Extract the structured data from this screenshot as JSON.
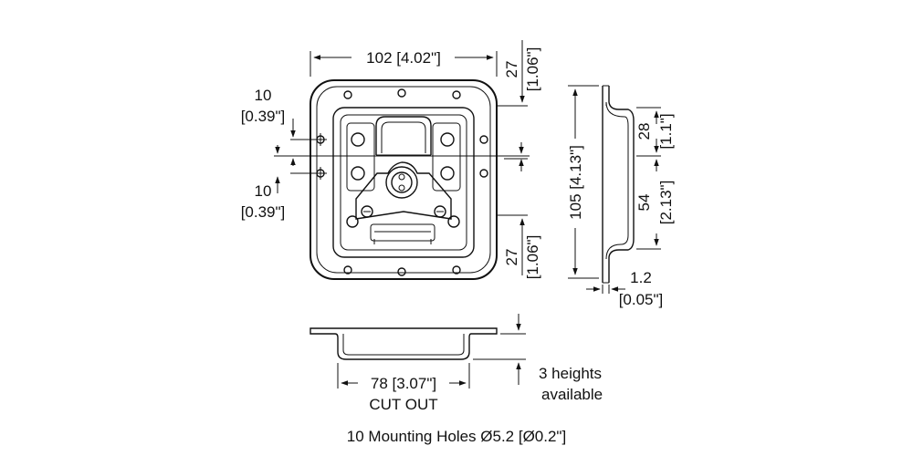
{
  "front_view": {
    "width_dim": "102 [4.02\"]",
    "top_offset_mm": "27",
    "top_offset_in": "[1.06\"]",
    "bottom_offset_mm": "27",
    "bottom_offset_in": "[1.06\"]",
    "hole_upper_mm": "10",
    "hole_upper_in": "[0.39\"]",
    "hole_lower_mm": "10",
    "hole_lower_in": "[0.39\"]"
  },
  "side_view": {
    "height_dim": "105 [4.13\"]",
    "upper_mm": "28",
    "upper_in": "[1.1\"]",
    "lower_mm": "54",
    "lower_in": "[2.13\"]",
    "thickness_mm": "1.2",
    "thickness_in": "[0.05\"]"
  },
  "bottom_view": {
    "cutout_dim": "78 [3.07\"]",
    "cutout_label": "CUT OUT",
    "heights_line1": "3 heights",
    "heights_line2": "available"
  },
  "footer_note": "10 Mounting Holes Ø5.2 [Ø0.2\"]"
}
